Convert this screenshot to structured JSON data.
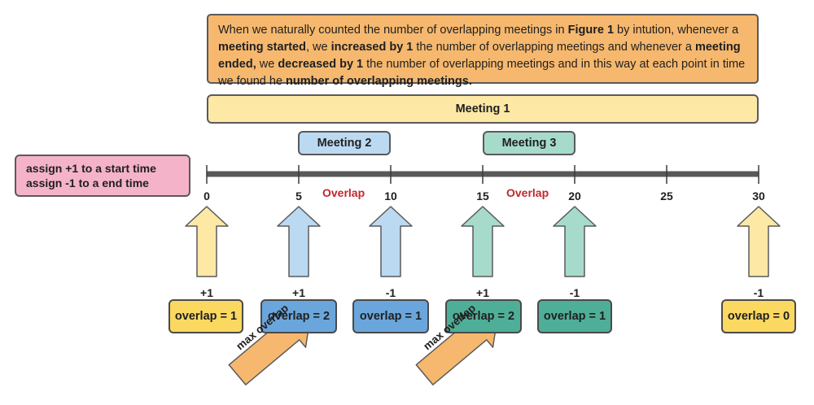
{
  "note": {
    "text_1": "When we naturally counted the number of overlapping meetings in ",
    "bold_1": "Figure 1",
    "text_2": " by intution, whenever a ",
    "bold_2": "meeting started",
    "text_3": ", we ",
    "bold_3": "increased by 1",
    "text_4": " the number of overlapping meetings and whenever a ",
    "bold_4": "meeting ended,",
    "text_5": " we ",
    "bold_5": "decreased by 1",
    "text_6": " the number of  overlapping meetings and in this way at each point in time we found he ",
    "bold_6": "number of overlapping meetings."
  },
  "meetings": {
    "m1": "Meeting 1",
    "m2": "Meeting 2",
    "m3": "Meeting 3"
  },
  "legend": {
    "line1": "assign +1 to a start time",
    "line2": "assign -1 to a end time"
  },
  "timeline": {
    "ticks": [
      "0",
      "5",
      "10",
      "15",
      "20",
      "25",
      "30"
    ],
    "overlap_label": "Overlap"
  },
  "events": [
    {
      "delta": "+1",
      "overlap": "overlap = 1"
    },
    {
      "delta": "+1",
      "overlap": "overlap = 2"
    },
    {
      "delta": "-1",
      "overlap": "overlap = 1"
    },
    {
      "delta": "+1",
      "overlap": "overlap = 2"
    },
    {
      "delta": "-1",
      "overlap": "overlap = 1"
    },
    {
      "delta": "-1",
      "overlap": "overlap = 0"
    }
  ],
  "max_label": "max overlap",
  "colors": {
    "note": "#f6b86e",
    "meeting1": "#fde8a6",
    "meeting2": "#bcd9f2",
    "meeting3": "#a6dbcc",
    "legend": "#f4b3c8",
    "overlap_text": "#c0272d",
    "box_yellow": "#fbd860",
    "box_blue": "#6aa6db",
    "box_green": "#4fae98",
    "max_arrow": "#f6b86e"
  }
}
